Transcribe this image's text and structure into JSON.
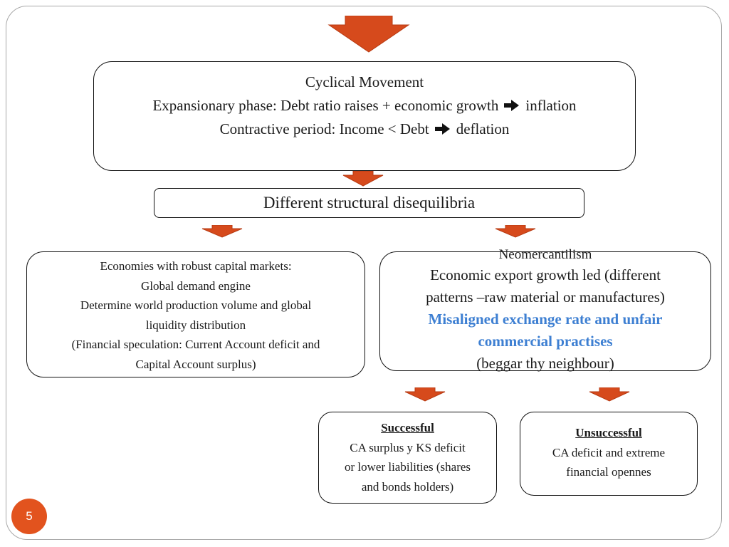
{
  "colors": {
    "arrow_fill": "#d64a1c",
    "arrow_stroke": "#b73a12",
    "highlight_text": "#3d7fd2",
    "page_number_badge": "#e2531e"
  },
  "icons": {
    "flow_arrow": "down-arrow-icon",
    "inline_arrow": "right-arrow-icon"
  },
  "cyclical": {
    "title": "Cyclical Movement",
    "line2_before": "Expansionary phase: Debt ratio raises + economic growth",
    "line2_after": "inflation",
    "line3_before": "Contractive period: Income  <  Debt",
    "line3_after": "deflation"
  },
  "structural": {
    "title": "Different structural disequilibria"
  },
  "robust": {
    "lines": [
      "Economies with robust capital markets:",
      "Global demand engine",
      "Determine  world production volume and global",
      "liquidity distribution",
      "(Financial speculation:  Current Account deficit and",
      "Capital Account surplus)"
    ]
  },
  "neomerc": {
    "title": "Neomercantilism",
    "line2": "Economic export growth led (different",
    "line3": "patterns –raw material or manufactures)",
    "highlight1": "Misaligned  exchange rate and unfair",
    "highlight2": "commercial practises",
    "line6": "(beggar thy neighbour)"
  },
  "successful": {
    "title": "Successful",
    "lines": [
      "CA surplus  y KS deficit",
      "or lower liabilities (shares",
      "and bonds holders)"
    ]
  },
  "unsuccessful": {
    "title": "Unsuccessful",
    "lines": [
      "CA deficit  and extreme",
      "financial opennes"
    ]
  },
  "page_number": "5"
}
